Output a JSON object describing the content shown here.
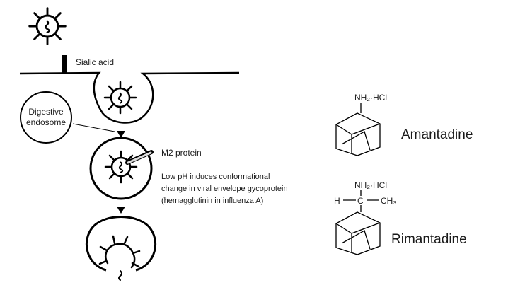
{
  "labels": {
    "sialic_acid": "Sialic acid",
    "digestive_line1": "Digestive",
    "digestive_line2": "endosome",
    "m2_protein": "M2 protein",
    "ph_line1": "Low pH induces conformational",
    "ph_line2": "change in viral envelope gycoprotein",
    "ph_line3": "(hemagglutinin in influenza A)"
  },
  "amantadine": {
    "salt": "NH₂·HCl",
    "name": "Amantadine"
  },
  "rimantadine": {
    "salt": "NH₂·HCl",
    "h_label": "H",
    "c_label": "C",
    "ch3_label": "CH₃",
    "name": "Rimantadine"
  }
}
